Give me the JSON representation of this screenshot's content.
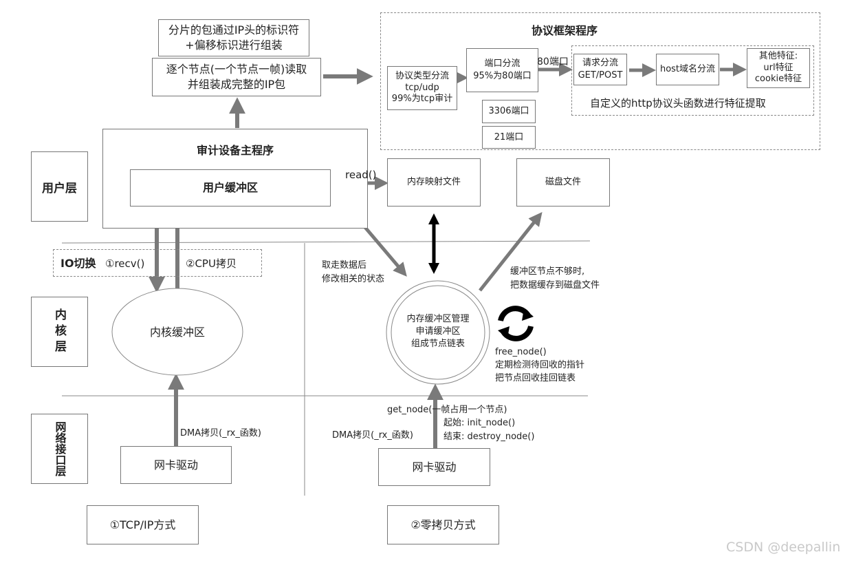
{
  "layers": {
    "user": "用户层",
    "io": "IO切换",
    "kernel": "内核层",
    "network": "网络接口层"
  },
  "top": {
    "reassemble": "分片的包通过IP头的标识符\n+偏移标识进行组装",
    "read_nodes": "逐个节点(一个节点一帧)读取\n并组装成完整的IP包"
  },
  "protocol_framework": {
    "title": "协议框架程序",
    "proto_split": "协议类型分流\ntcp/udp\n99%为tcp审计",
    "port_split": "端口分流\n95%为80端口",
    "port_3306": "3306端口",
    "port_21": "21端口",
    "port_80_label": "80端口",
    "request_split": "请求分流\nGET/POST",
    "host_split": "host域名分流",
    "other_features": "其他特征:\nurl特征\ncookie特征",
    "custom_http": "自定义的http协议头函数进行特征提取"
  },
  "main_program": {
    "title": "审计设备主程序",
    "user_buffer": "用户缓冲区"
  },
  "io": {
    "recv": "①recv()",
    "cpu_copy": "②CPU拷贝"
  },
  "files": {
    "read": "read()",
    "mmap_file": "内存映射文件",
    "disk_file": "磁盘文件"
  },
  "zero_copy_notes": {
    "take_data": "取走数据后\n修改相关的状态",
    "overflow": "缓冲区节点不够时,\n把数据缓存到磁盘文件",
    "free_node": "free_node()\n定期检测待回收的指针\n把节点回收挂回链表",
    "get_node": "get_node(一帧占用一个节点)",
    "init_node": "起始: init_node()",
    "destroy_node": "结束: destroy_node()"
  },
  "kernel": {
    "kernel_buffer": "内核缓冲区",
    "mem_manage": "内存缓冲区管理\n申请缓冲区\n组成节点链表"
  },
  "network": {
    "dma_left": "DMA拷贝(_rx_函数)",
    "dma_right": "DMA拷贝(_rx_函数)",
    "nic_left": "网卡驱动",
    "nic_right": "网卡驱动"
  },
  "modes": {
    "tcpip": "①TCP/IP方式",
    "zero_copy": "②零拷贝方式"
  },
  "watermark": "CSDN @deepallin",
  "colors": {
    "arrow": "#7a7a7a",
    "line": "#888888",
    "bidir": "#000000"
  }
}
